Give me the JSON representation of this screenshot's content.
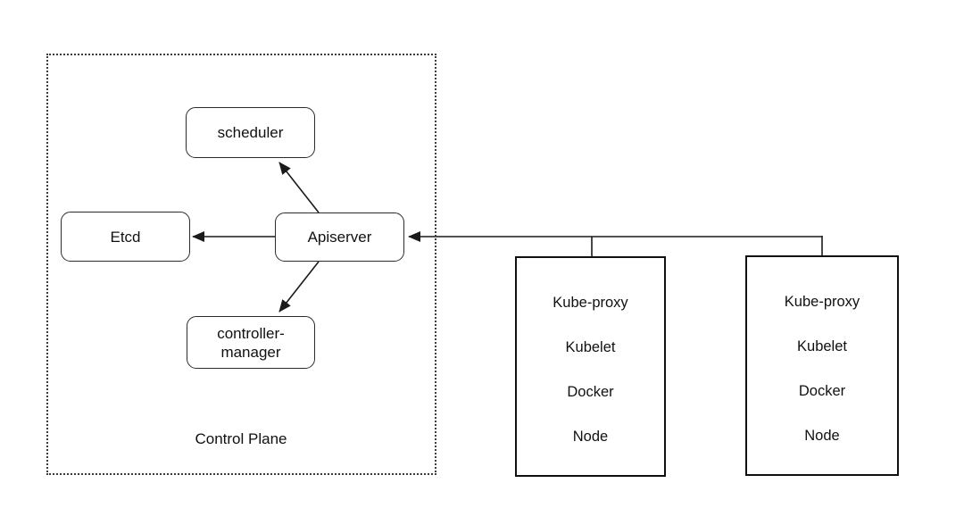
{
  "diagram": {
    "title_colors": {
      "line": "#1a1a1a",
      "background": "#ffffff"
    },
    "control_plane": {
      "label": "Control Plane",
      "scheduler": {
        "label": "scheduler"
      },
      "etcd": {
        "label": "Etcd"
      },
      "apiserver": {
        "label": "Apiserver"
      },
      "controller_manager": {
        "line1": "controller-",
        "line2": "manager"
      }
    },
    "workers": [
      {
        "components": [
          "Kube-proxy",
          "Kubelet",
          "Docker",
          "Node"
        ]
      },
      {
        "components": [
          "Kube-proxy",
          "Kubelet",
          "Docker",
          "Node"
        ]
      }
    ],
    "edges": [
      {
        "from": "Apiserver",
        "to": "scheduler",
        "arrow": "into scheduler"
      },
      {
        "from": "Apiserver",
        "to": "Etcd",
        "arrow": "into Etcd"
      },
      {
        "from": "Apiserver",
        "to": "controller-manager",
        "arrow": "into controller-manager"
      },
      {
        "from": "worker nodes",
        "to": "Apiserver",
        "arrow": "into Apiserver"
      }
    ]
  }
}
